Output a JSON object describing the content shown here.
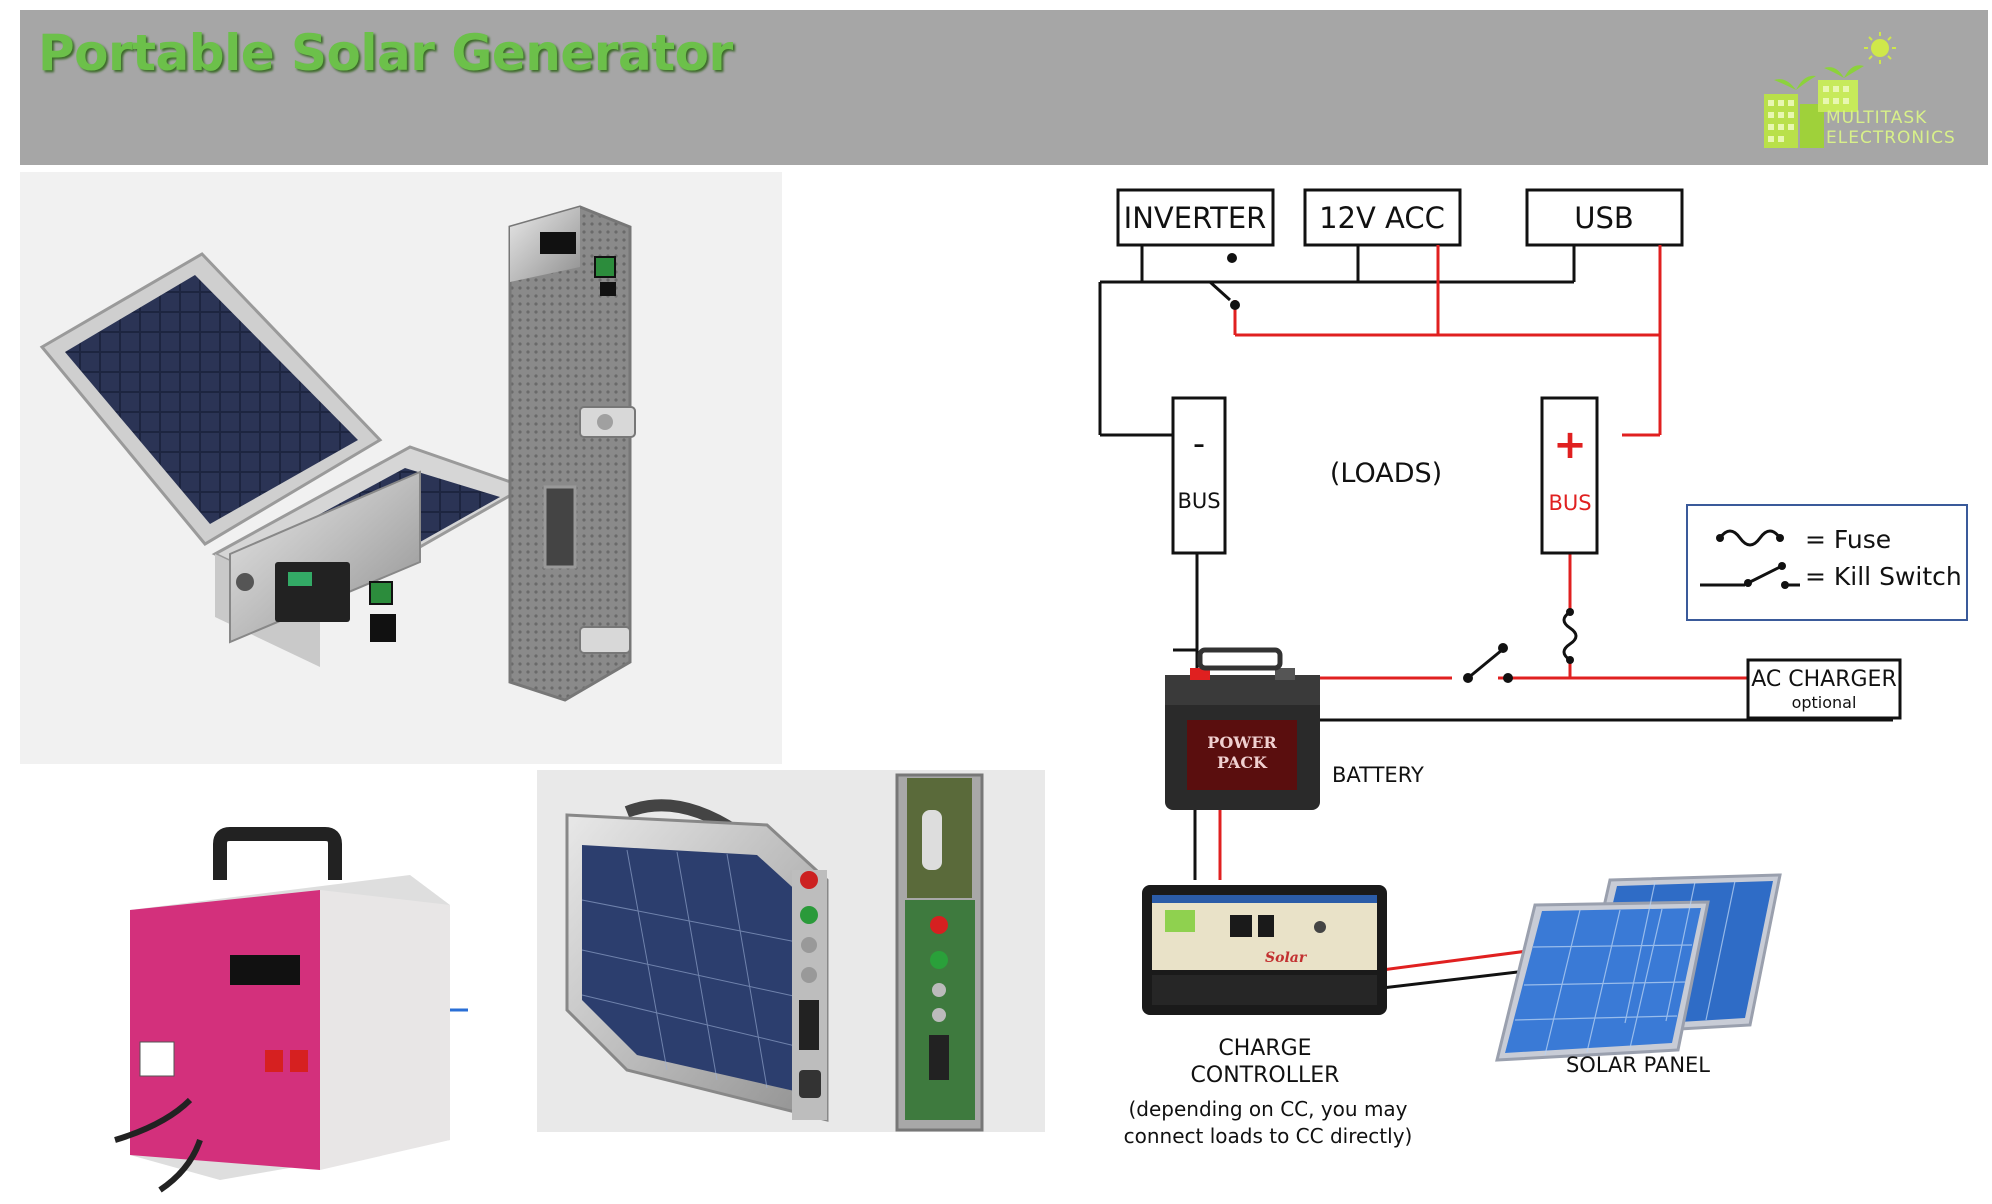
{
  "header": {
    "title": "Portable Solar Generator",
    "logo_line1": "MULTITASK",
    "logo_line2": "ELECTRONICS"
  },
  "diagram": {
    "inverter": "INVERTER",
    "acc": "12V ACC",
    "usb": "USB",
    "neg_bus_sign": "-",
    "neg_bus": "BUS",
    "pos_bus_sign": "+",
    "pos_bus": "BUS",
    "loads": "(LOADS)",
    "legend_fuse": "= Fuse",
    "legend_kill": "= Kill Switch",
    "ac_charger": "AC CHARGER",
    "ac_charger_note": "optional",
    "battery": "BATTERY",
    "battery_brand1": "POWER",
    "battery_brand2": "PACK",
    "cc_line1": "CHARGE",
    "cc_line2": "CONTROLLER",
    "cc_note1": "(depending on CC, you may",
    "cc_note2": "connect loads to CC directly)",
    "solar_panel": "SOLAR PANEL",
    "cc_brand": "Solar"
  },
  "colors": {
    "header_bg": "#a6a6a6",
    "title_green": "#6cc04a",
    "positive_wire": "#e02020",
    "negative_wire": "#111111",
    "legend_border": "#3a5a9a"
  }
}
